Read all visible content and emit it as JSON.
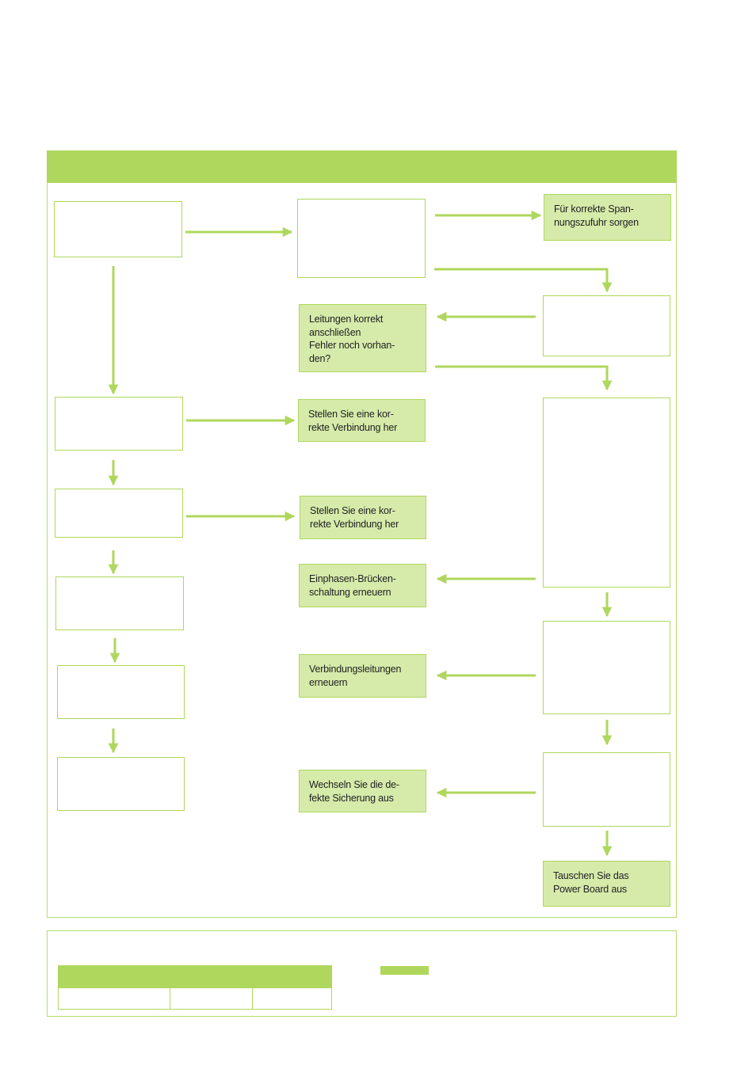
{
  "colors": {
    "accent": "#afd75d",
    "box_fill": "#d6ebaa",
    "border": "#b5db6d"
  },
  "flow": {
    "box_spannung": "Für korrekte Span-\nnungszufuhr sorgen",
    "box_leitungen": "Leitungen korrekt\nanschließen\nFehler noch vorhan-\nden?",
    "box_verbindung_1": "Stellen Sie eine kor-\nrekte Verbindung her",
    "box_verbindung_2": "Stellen Sie eine kor-\nrekte Verbindung her",
    "box_bruecke": "Einphasen-Brücken-\nschaltung erneuern",
    "box_leitungen_erneuern": "Verbindungsleitungen\nerneuern",
    "box_sicherung": "Wechseln Sie die de-\nfekte Sicherung aus",
    "box_powerboard": "Tauschen Sie das\nPower Board aus"
  }
}
